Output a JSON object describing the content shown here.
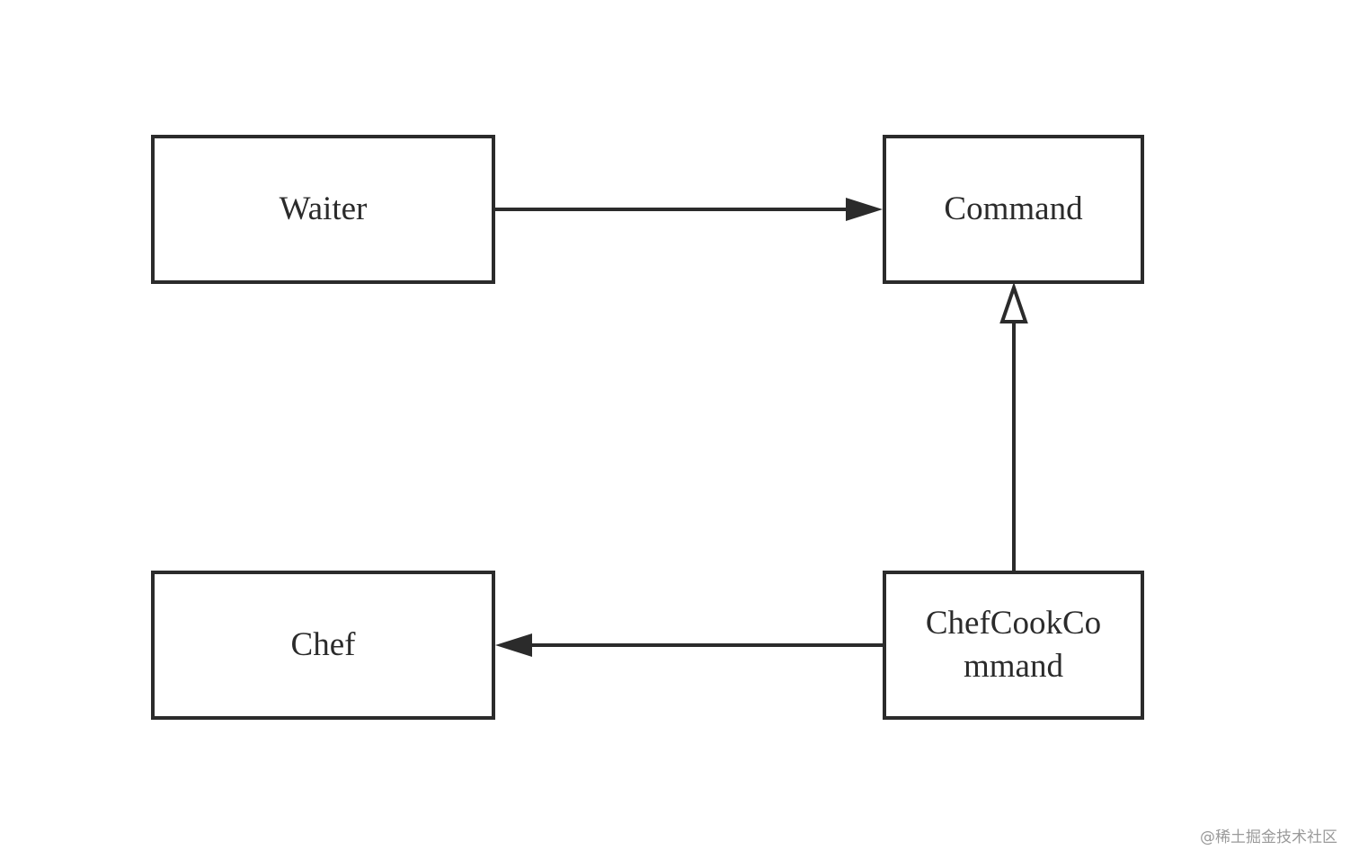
{
  "diagram": {
    "nodes": {
      "waiter": {
        "label": "Waiter"
      },
      "command": {
        "label": "Command"
      },
      "chef": {
        "label": "Chef"
      },
      "chef_cook_command": {
        "label_line1": "ChefCookCo",
        "label_line2": "mmand"
      }
    },
    "edges": [
      {
        "from": "Waiter",
        "to": "Command",
        "arrow": "filled"
      },
      {
        "from": "ChefCookCommand",
        "to": "Command",
        "arrow": "hollow-triangle"
      },
      {
        "from": "ChefCookCommand",
        "to": "Chef",
        "arrow": "filled"
      }
    ],
    "colors": {
      "stroke": "#2b2b2b",
      "background": "#ffffff"
    }
  },
  "watermark": "@稀土掘金技术社区"
}
